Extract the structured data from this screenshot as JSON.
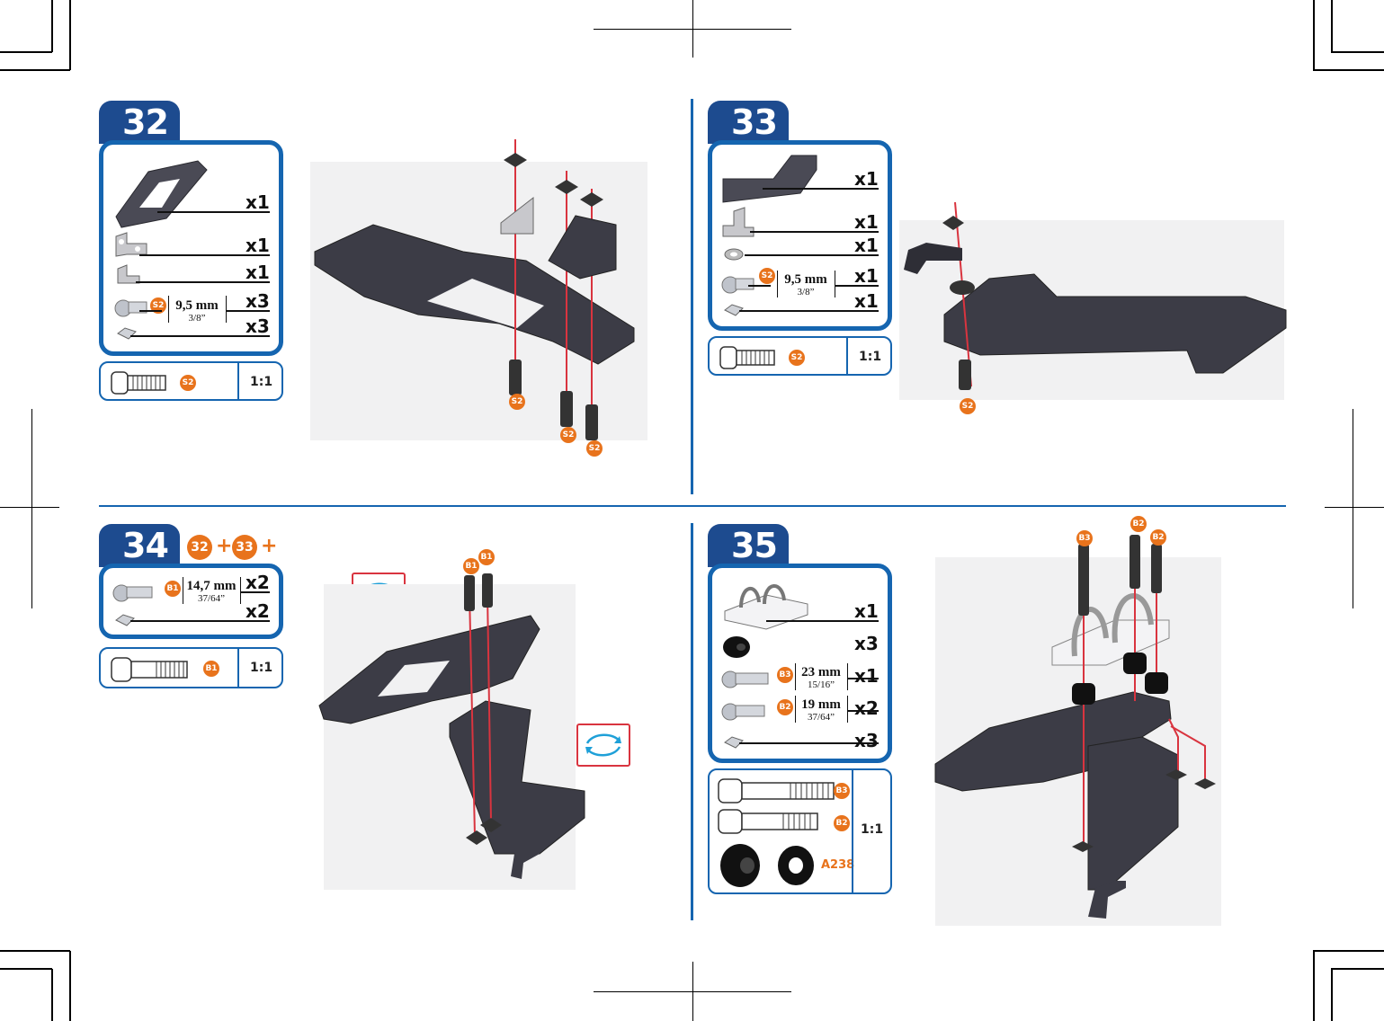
{
  "steps": {
    "s32": {
      "number": "32",
      "parts": [
        {
          "qty": "x1"
        },
        {
          "qty": "x1"
        },
        {
          "qty": "x1"
        },
        {
          "qty": "x3",
          "tag": "S2",
          "mm": "9,5 mm",
          "inch": "3/8”"
        },
        {
          "qty": "x3"
        }
      ],
      "scale_tag": "S2",
      "scale": "1:1",
      "callouts": [
        "S2",
        "S2",
        "S2"
      ]
    },
    "s33": {
      "number": "33",
      "parts": [
        {
          "qty": "x1"
        },
        {
          "qty": "x1"
        },
        {
          "qty": "x1"
        },
        {
          "qty": "x1",
          "tag": "S2",
          "mm": "9,5 mm",
          "inch": "3/8”"
        },
        {
          "qty": "x1"
        }
      ],
      "scale_tag": "S2",
      "scale": "1:1",
      "callouts": [
        "S2"
      ]
    },
    "s34": {
      "number": "34",
      "ref_a": "32",
      "ref_b": "33",
      "plus": "+",
      "parts": [
        {
          "qty": "x2",
          "tag": "B1",
          "mm": "14,7 mm",
          "inch": "37/64”"
        },
        {
          "qty": "x2"
        }
      ],
      "scale_tag": "B1",
      "scale": "1:1",
      "callouts": [
        "B1",
        "B1"
      ]
    },
    "s35": {
      "number": "35",
      "parts": [
        {
          "qty": "x1"
        },
        {
          "qty": "x3"
        },
        {
          "qty": "x1",
          "tag": "B3",
          "mm": "23 mm",
          "inch": "15/16”"
        },
        {
          "qty": "x2",
          "tag": "B2",
          "mm": "19 mm",
          "inch": "37/64”"
        },
        {
          "qty": "x3"
        }
      ],
      "scale_tags": [
        "B3",
        "B2"
      ],
      "spacer_code": "A238",
      "scale": "1:1",
      "callouts": [
        "B3",
        "B2",
        "B2"
      ]
    }
  },
  "colors": {
    "step_tab": "#1d4b8f",
    "box_border": "#1565b0",
    "tag": "#e8731c",
    "assembly_line": "#d9343f",
    "rotate_arrow": "#1fa0d8"
  }
}
